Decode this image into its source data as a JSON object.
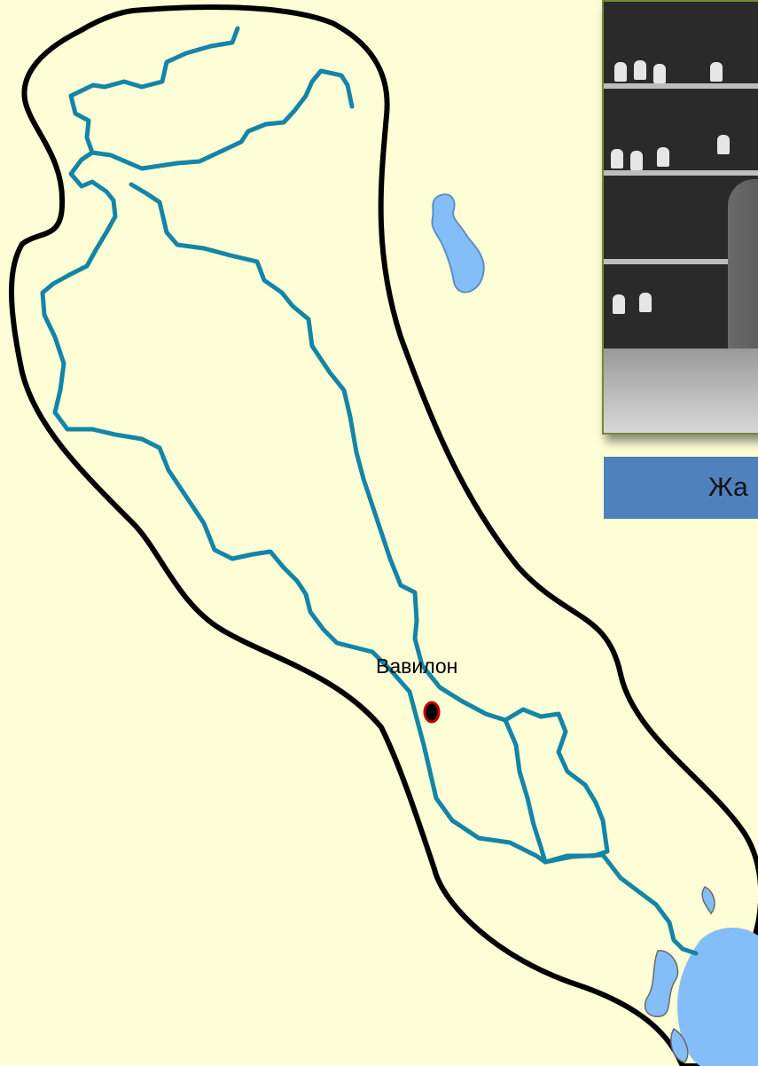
{
  "map": {
    "city_label": "Вавилон",
    "colors": {
      "background": "#fdfdd6",
      "river": "#1485a6",
      "water": "#84bef8",
      "outline": "#000000",
      "city_dot_fill": "#000000",
      "city_dot_ring": "#c00000"
    }
  },
  "caption": {
    "text": "Жа",
    "background": "#4f81bd"
  },
  "photo": {
    "icon": "archive-photo-image"
  }
}
